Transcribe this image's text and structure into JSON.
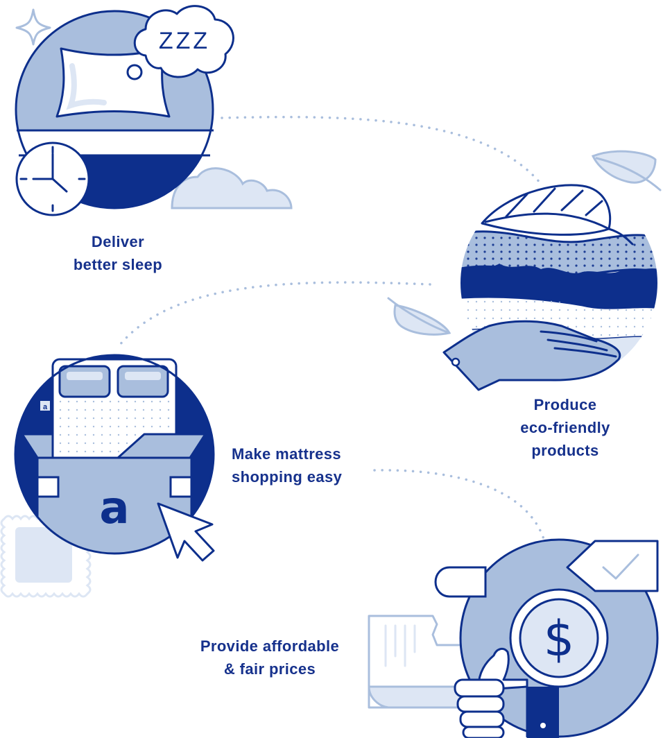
{
  "colors": {
    "navy": "#0d2f8c",
    "light_blue": "#a9bedd",
    "pale_blue": "#dde6f4",
    "dot_blue": "#a9bedd",
    "background": "#ffffff"
  },
  "illustrations": [
    {
      "icon": "pillow-clock-sleep-icon"
    },
    {
      "icon": "leaf-mattress-layers-hand-icon"
    },
    {
      "icon": "bed-in-box-cursor-icon"
    },
    {
      "icon": "dollar-coin-thumbs-up-icon"
    }
  ],
  "badges": {
    "sleep_text": "ZZZ",
    "box_logo": "a",
    "mattress_tag": "a",
    "dollar": "$"
  },
  "captions": {
    "deliver_sleep": [
      "Deliver",
      "better sleep"
    ],
    "eco_products": [
      "Produce",
      "eco-friendly",
      "products"
    ],
    "shopping_easy": [
      "Make mattress",
      "shopping easy"
    ],
    "fair_prices": [
      "Provide affordable",
      "& fair prices"
    ]
  }
}
